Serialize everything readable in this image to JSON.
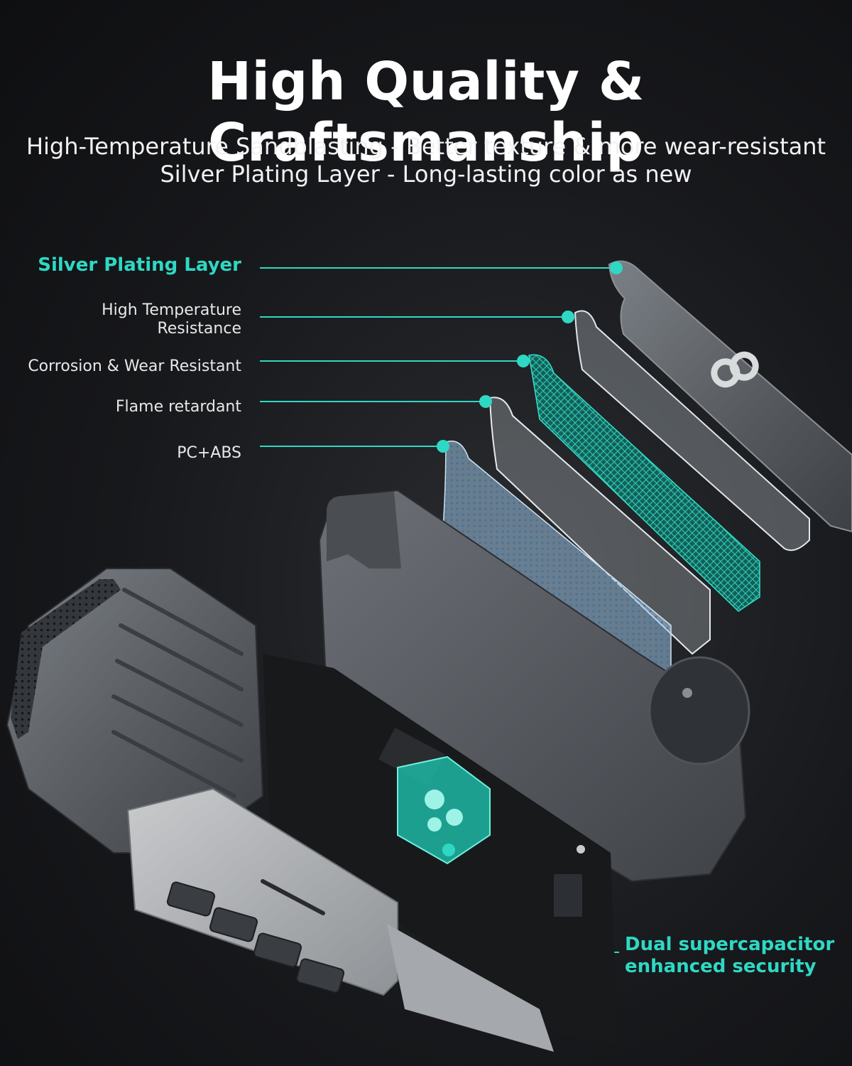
{
  "header": {
    "title": "High Quality & Craftsmanship",
    "subtitle_line1": "High-Temperature Sandblasting - Better texture & more wear-resistant",
    "subtitle_line2": "Silver Plating Layer - Long-lasting color as new"
  },
  "layers": [
    {
      "label": "Silver Plating Layer",
      "highlight": true
    },
    {
      "label_line1": "High Temperature",
      "label_line2": "Resistance",
      "highlight": false
    },
    {
      "label": "Corrosion & Wear Resistant",
      "highlight": false
    },
    {
      "label": "Flame retardant",
      "highlight": false
    },
    {
      "label": "PC+ABS",
      "highlight": false
    }
  ],
  "callout": {
    "line1": "Dual supercapacitor",
    "line2": "enhanced security"
  },
  "colors": {
    "accent": "#2fd8c4",
    "background": "#17181b",
    "shell": "#5d6166"
  },
  "icons": {
    "brand_logo": "double-loop-logo-icon"
  }
}
